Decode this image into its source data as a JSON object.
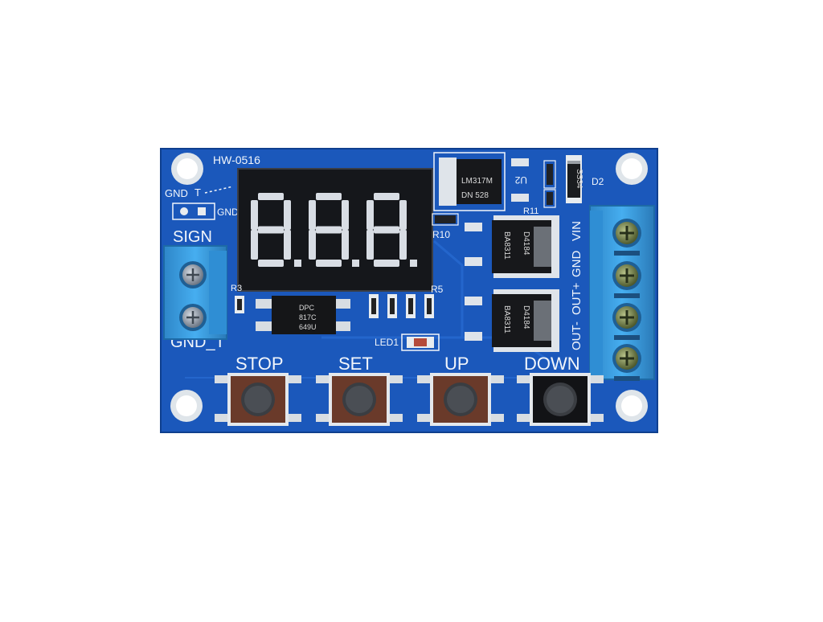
{
  "board": {
    "model": "HW-0516",
    "pcb_color": "#1c5cc0",
    "terminal_color": "#3aa0e0"
  },
  "silkscreen": {
    "gnd": "GND",
    "t": "T",
    "gnd_small": "GND",
    "sign": "SIGN",
    "gnd_t": "GND_T",
    "r3": "R3",
    "r5": "R5",
    "r10": "R10",
    "r11": "R11",
    "led1": "LED1",
    "u2": "U2",
    "d2": "D2",
    "vin": "VIN",
    "gnd_right": "GND",
    "out_plus": "OUT+",
    "out_minus": "OUT-"
  },
  "display": {
    "digits": [
      "8.",
      "8.",
      "8."
    ],
    "description": "3-digit 7-segment LED display"
  },
  "chips": {
    "regulator": [
      "LM317M",
      "DN 528"
    ],
    "optocoupler": [
      "DPC",
      "817C",
      "649U"
    ],
    "mosfet_top": [
      "D4184",
      "BA8311"
    ],
    "mosfet_bottom": [
      "D4184",
      "BA8311"
    ],
    "diode": "SS34"
  },
  "buttons": [
    {
      "label": "STOP"
    },
    {
      "label": "SET"
    },
    {
      "label": "UP"
    },
    {
      "label": "DOWN"
    }
  ]
}
